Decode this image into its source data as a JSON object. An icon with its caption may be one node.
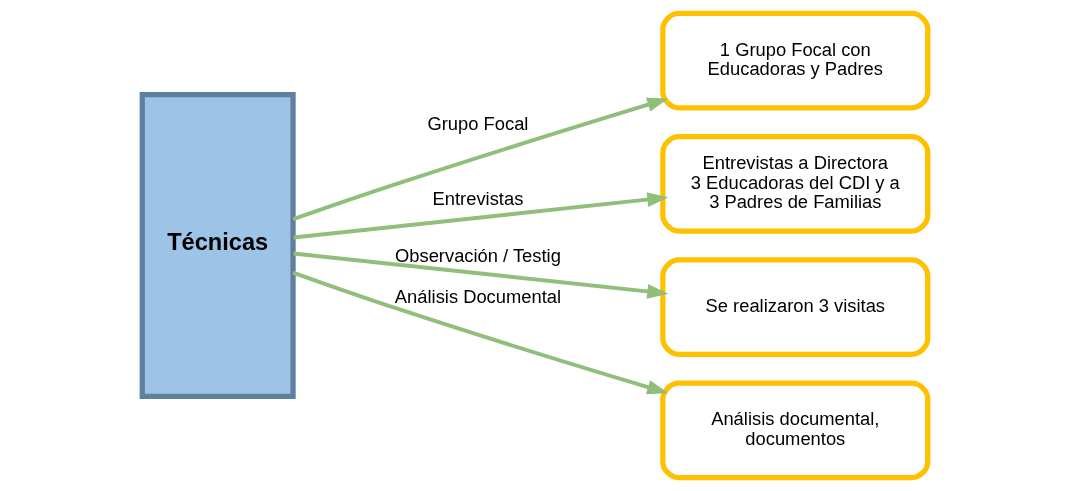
{
  "diagram": {
    "nodes": [
      {
        "text": [
          "Técnicas"
        ]
      },
      {
        "text": [
          "1 Grupo Focal con Educadoras y Padres"
        ]
      },
      {
        "text": [
          "Entrevistas a Directora 3 Educadoras del CDI y a 3 Padres de Familias"
        ]
      },
      {
        "text": [
          "Se realizaron 3 visitas"
        ]
      },
      {
        "text": [
          "Análisis documental, documentos"
        ]
      }
    ],
    "edges": [
      {
        "from": 0,
        "to": 1,
        "arrow": "to",
        "label": "Grupo Focal"
      },
      {
        "from": 0,
        "to": 2,
        "arrow": "to",
        "label": "Entrevistas"
      },
      {
        "from": 0,
        "to": 3,
        "arrow": "to",
        "label": "Observación / Testig"
      },
      {
        "from": 0,
        "to": 4,
        "arrow": "to",
        "label": "Análisis Documental"
      }
    ]
  }
}
